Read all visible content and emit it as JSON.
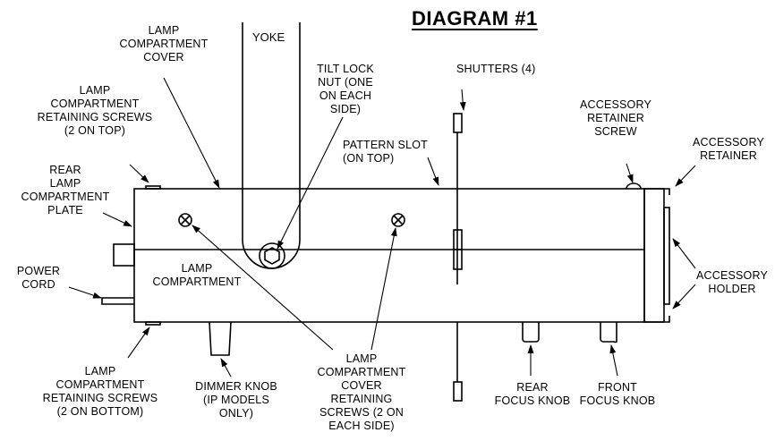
{
  "title": "DIAGRAM #1",
  "labels": {
    "yoke": "YOKE",
    "lamp_compartment_cover": "LAMP\nCOMPARTMENT\nCOVER",
    "tilt_lock_nut": "TILT LOCK\nNUT (ONE\nON EACH\nSIDE)",
    "shutters": "SHUTTERS (4)",
    "lamp_compartment_retaining_screws_top": "LAMP\nCOMPARTMENT\nRETAINING  SCREWS\n(2 ON TOP)",
    "accessory_retainer_screw": "ACCESSORY\nRETAINER\nSCREW",
    "accessory_retainer": "ACCESSORY\nRETAINER",
    "pattern_slot": "PATTERN SLOT\n(ON TOP)",
    "rear_lamp_compartment_plate": "REAR\nLAMP\nCOMPARTMENT\nPLATE",
    "power_cord": "POWER\nCORD",
    "lamp_compartment": "LAMP\nCOMPARTMENT",
    "accessory_holder": "ACCESSORY\nHOLDER",
    "lamp_compartment_retaining_screws_bottom": "LAMP\nCOMPARTMENT\nRETAINING  SCREWS\n(2 ON BOTTOM)",
    "dimmer_knob": "DIMMER KNOB\n(IP MODELS\nONLY)",
    "lamp_compartment_cover_retaining_screws": "LAMP\nCOMPARTMENT\nCOVER\nRETAINING\nSCREWS (2 ON\nEACH SIDE)",
    "rear_focus_knob": "REAR\nFOCUS KNOB",
    "front_focus_knob": "FRONT\nFOCUS KNOB"
  }
}
